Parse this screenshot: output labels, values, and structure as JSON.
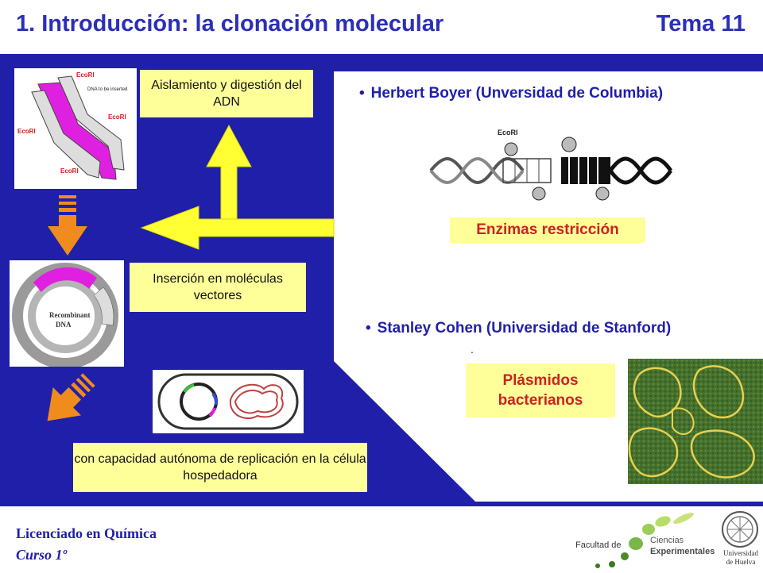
{
  "header": {
    "title": "1. Introducción: la clonación molecular",
    "topic": "Tema 11"
  },
  "steps": {
    "isolation": "Aislamiento y digestión del ADN",
    "insertion": "Inserción en moléculas vectores",
    "replication": "con capacidad autónoma de replicación en la célula hospedadora"
  },
  "figure_labels": {
    "ecori_1": "EcoRI",
    "ecori_2": "EcoRI",
    "ecori_3": "EcoRI",
    "ecori_4": "EcoRI",
    "ecori_5": "EcoRI",
    "dna_to_insert": "DNA to be inserted",
    "recombinant": "Recombinant",
    "dna": "DNA"
  },
  "right_panel": {
    "boyer": "Herbert Boyer (Unversidad de Columbia)",
    "enzymes": "Enzimas restricción",
    "cohen": "Stanley Cohen (Universidad de Stanford)",
    "dot": ".",
    "plasmids": "Plásmidos bacterianos"
  },
  "footer": {
    "degree": "Licenciado en Química",
    "course": "Curso 1º",
    "faculty_prefix": "Facultad de",
    "faculty_line1": "Ciencias",
    "faculty_line2": "Experimentales",
    "university_line1": "Universidad",
    "university_line2": "de Huelva"
  },
  "colors": {
    "title_blue": "#2b2fb8",
    "panel_blue": "#1f1fa9",
    "box_yellow": "#ffff99",
    "arrow_yellow": "#ffff33",
    "arrow_orange": "#f08c1e",
    "magenta": "#e020e0",
    "green": "#7ab648"
  }
}
